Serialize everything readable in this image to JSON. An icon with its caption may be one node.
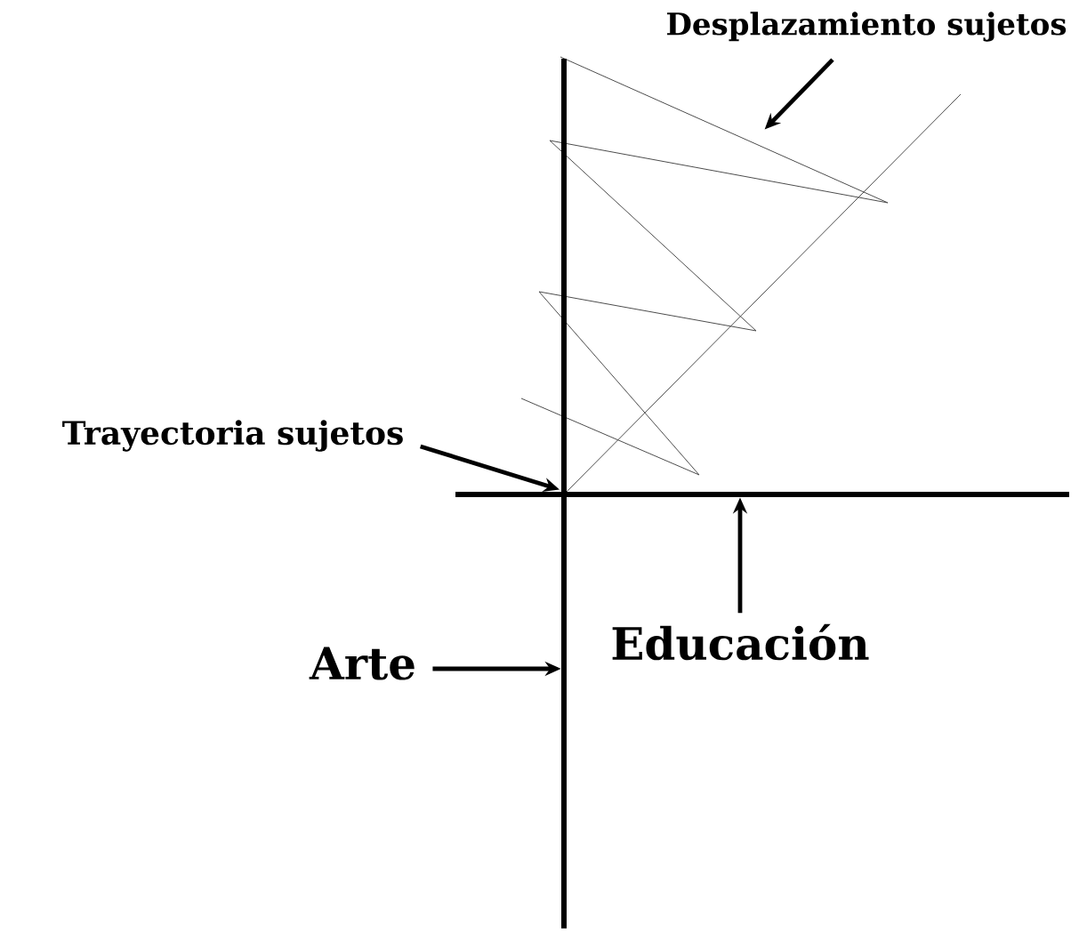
{
  "diagram": {
    "nodes": [
      {
        "text": [
          "Desplazamiento sujetos"
        ]
      },
      {
        "text": [],
        "shape": "line"
      },
      {
        "text": [
          "Trayectoria sujetos"
        ]
      },
      {
        "text": [
          "Arte"
        ]
      },
      {
        "text": [],
        "shape": "line"
      },
      {
        "text": [
          "Educación"
        ]
      },
      {
        "text": [],
        "shape": "line"
      }
    ],
    "edges": [
      {
        "from": 0,
        "to": 1,
        "arrow": "to"
      },
      {
        "from": 2,
        "to": 6,
        "arrow": "to"
      },
      {
        "from": 3,
        "to": 4,
        "arrow": "to"
      },
      {
        "from": 5,
        "to": 6,
        "arrow": "to"
      }
    ]
  }
}
